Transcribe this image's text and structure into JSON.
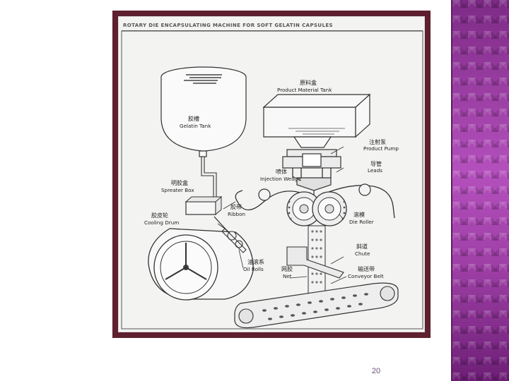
{
  "slide": {
    "page_number": "20",
    "accent_color": "#8a2f8e",
    "frame_color": "#5e1f2e"
  },
  "diagram": {
    "title": "ROTARY DIE ENCAPSULATING MACHINE FOR SOFT GELATIN CAPSULES",
    "labels": {
      "gelatin_tank": {
        "cn": "胶槽",
        "en": "Gelatin Tank"
      },
      "product_tank": {
        "cn": "原料盒",
        "en": "Product Material Tank"
      },
      "product_pump": {
        "cn": "注射泵",
        "en": "Product Pump"
      },
      "leads": {
        "cn": "导管",
        "en": "Leads"
      },
      "injection_wedge": {
        "cn": "喷体",
        "en": "Injection Wedge"
      },
      "spreader_box": {
        "cn": "明胶盒",
        "en": "Spreater Box"
      },
      "ribbon": {
        "cn": "胶带",
        "en": "Ribbon"
      },
      "cooling_drum": {
        "cn": "胶皮轮",
        "en": "Cooling Drum"
      },
      "die_roller": {
        "cn": "滚模",
        "en": "Die Roller"
      },
      "chute": {
        "cn": "斜道",
        "en": "Chute"
      },
      "oil_rolls": {
        "cn": "油滚系",
        "en": "Oil Rolls"
      },
      "net": {
        "cn": "网胶",
        "en": "Net"
      },
      "conveyor_belt": {
        "cn": "输送带",
        "en": "Conveyor Belt"
      }
    }
  }
}
